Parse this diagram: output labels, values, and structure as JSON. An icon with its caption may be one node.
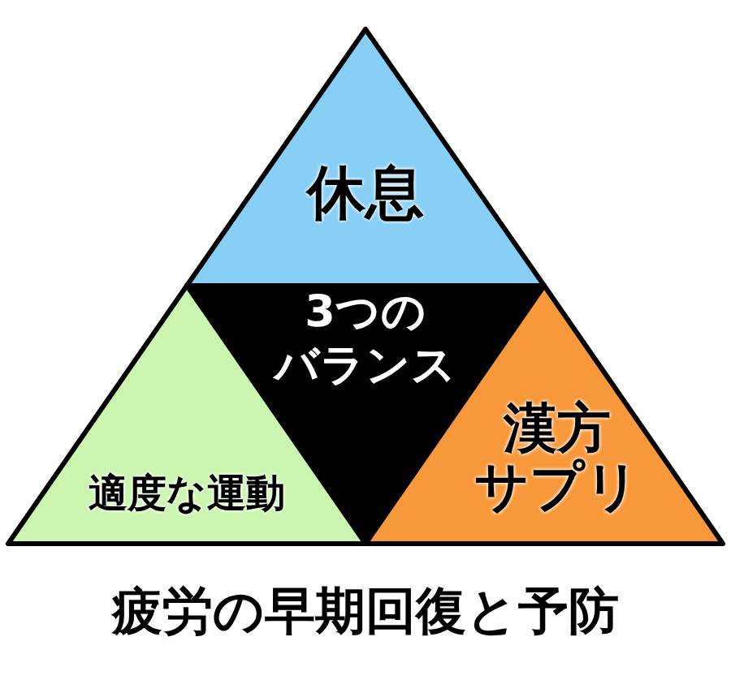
{
  "diagram": {
    "caption": "疲労の早期回復と予防",
    "nodes": [
      {
        "text": [
          "休息"
        ]
      },
      {
        "text": [
          "3つの",
          "バランス"
        ]
      },
      {
        "text": [
          "適度な運動"
        ]
      },
      {
        "text": [
          "漢方",
          "サプリ"
        ]
      }
    ]
  }
}
